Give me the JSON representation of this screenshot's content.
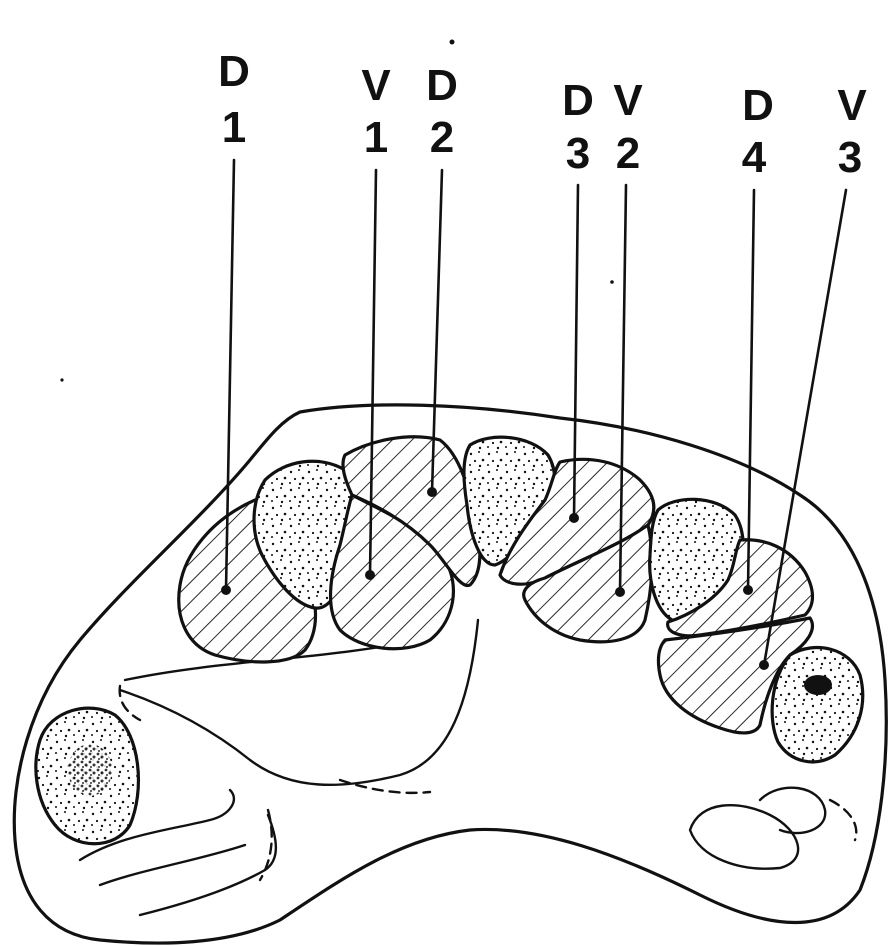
{
  "labels": [
    {
      "id": "D1",
      "letter": "D",
      "number": "1"
    },
    {
      "id": "V1",
      "letter": "V",
      "number": "1"
    },
    {
      "id": "D2",
      "letter": "D",
      "number": "2"
    },
    {
      "id": "D3",
      "letter": "D",
      "number": "3"
    },
    {
      "id": "V2",
      "letter": "V",
      "number": "2"
    },
    {
      "id": "D4",
      "letter": "D",
      "number": "4"
    },
    {
      "id": "V3",
      "letter": "V",
      "number": "3"
    }
  ],
  "colors": {
    "ink": "#111111",
    "background": "#ffffff"
  }
}
